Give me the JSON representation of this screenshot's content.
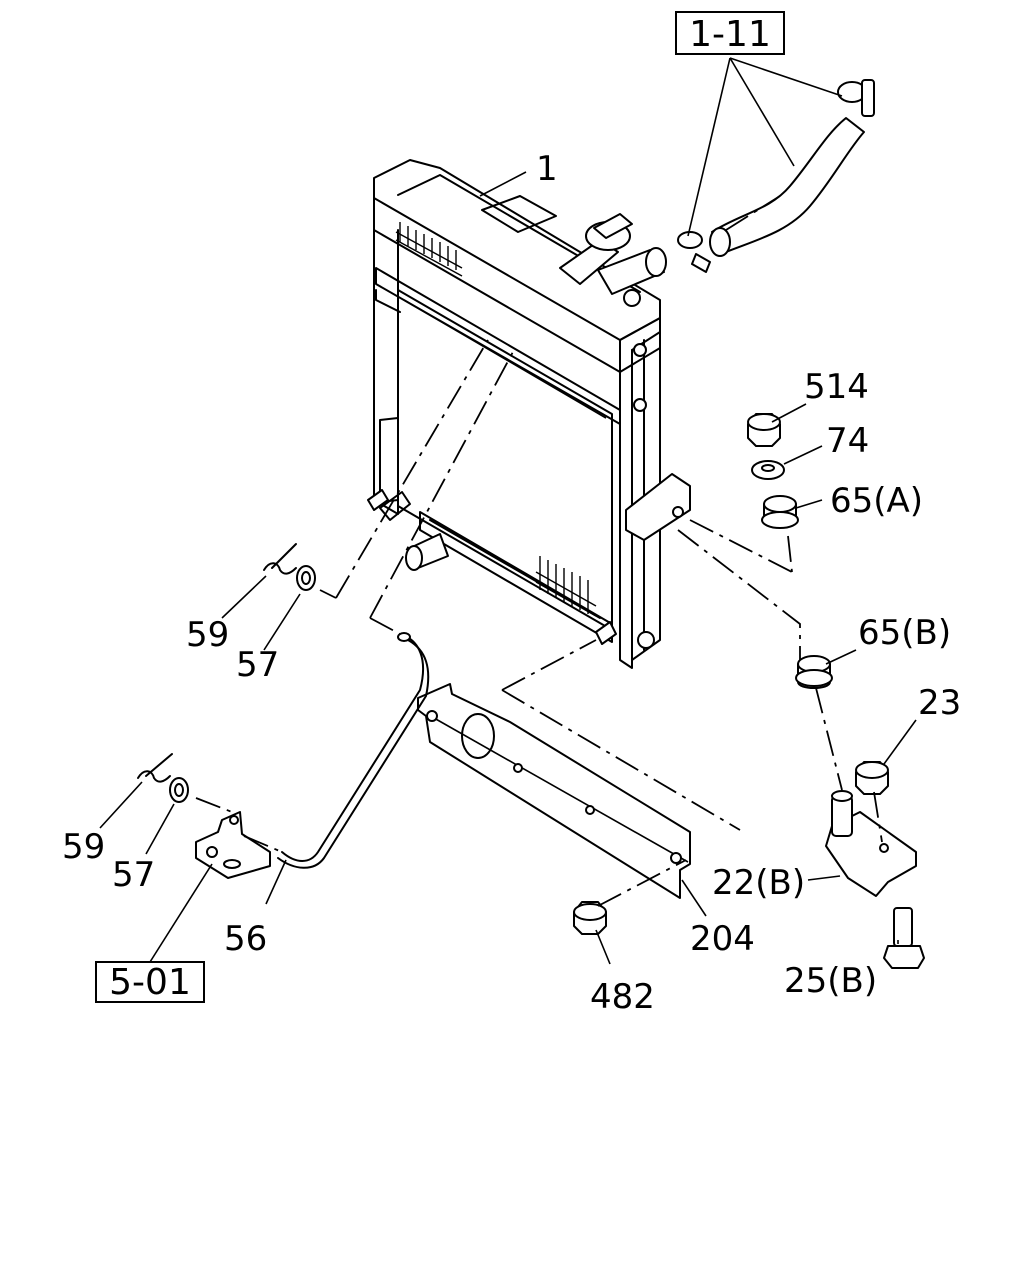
{
  "labels": {
    "ref_1_11": "1-11",
    "ref_5_01": "5-01",
    "p1": "1",
    "p514": "514",
    "p74": "74",
    "p65a": "65(A)",
    "p65b": "65(B)",
    "p23": "23",
    "p22b": "22(B)",
    "p25b": "25(B)",
    "p204": "204",
    "p482": "482",
    "p56": "56",
    "p59_top": "59",
    "p57_top": "57",
    "p59_bot": "59",
    "p57_bot": "57"
  }
}
